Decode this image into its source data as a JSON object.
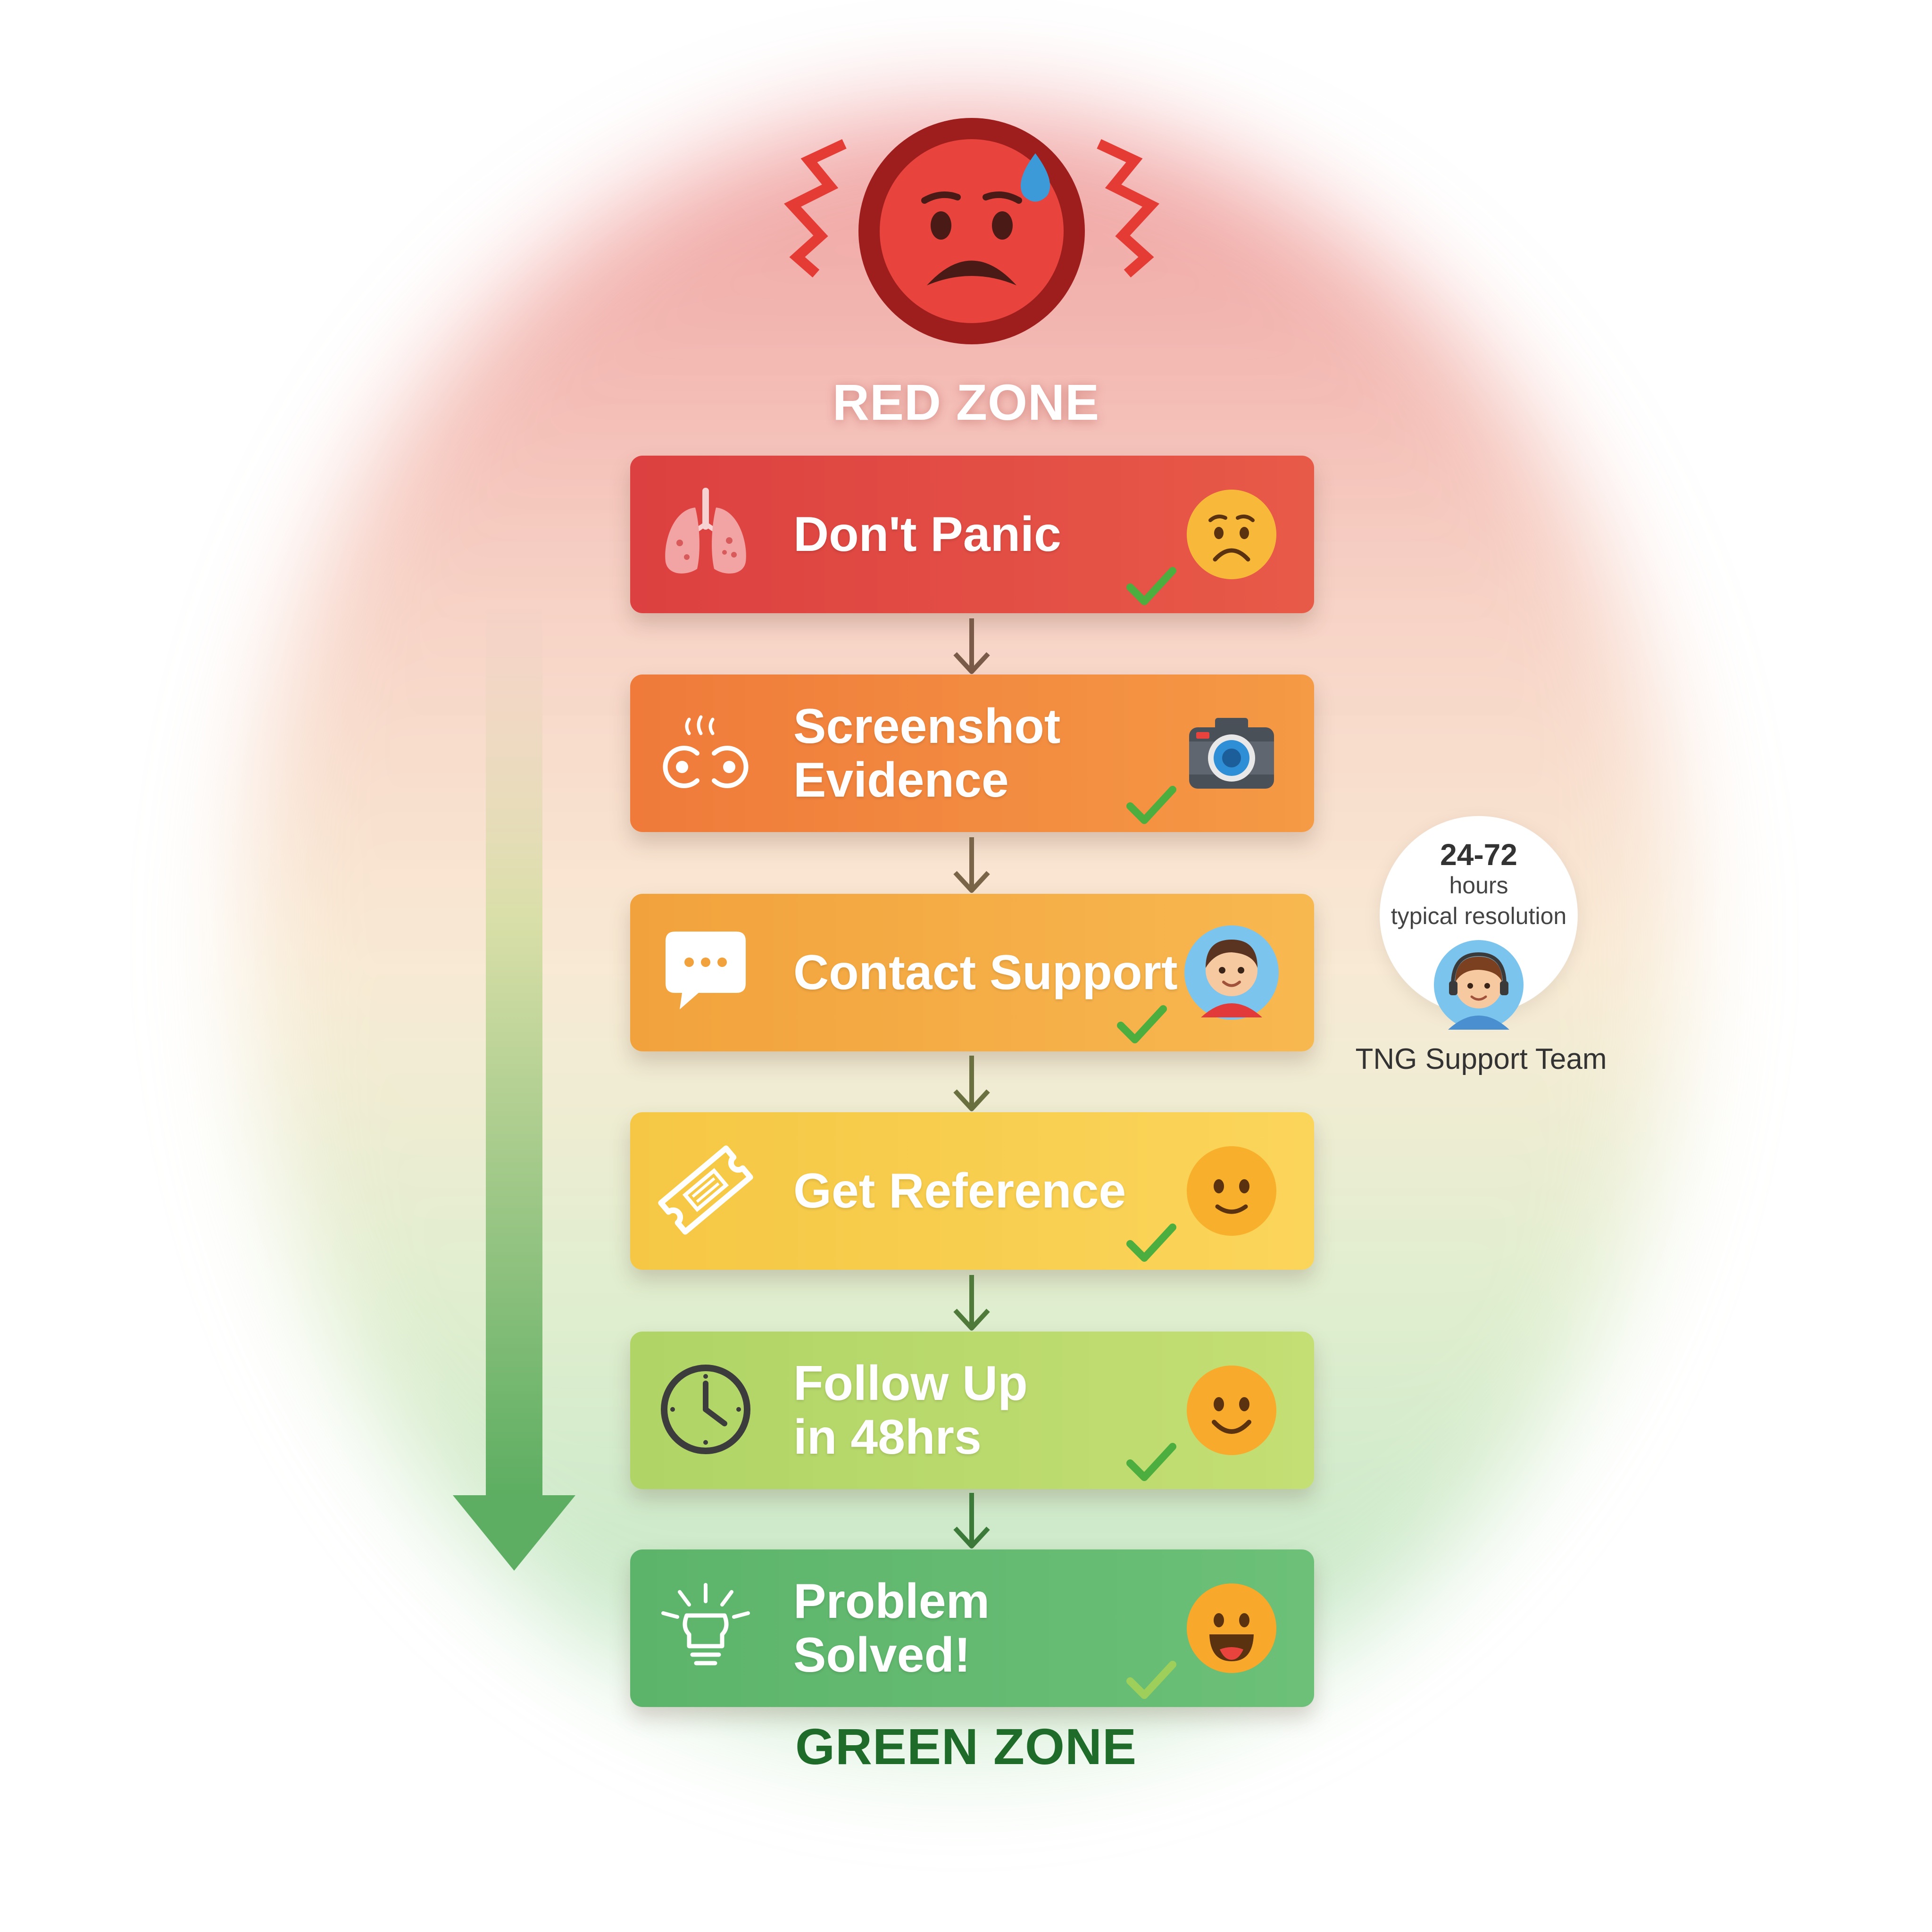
{
  "zones": {
    "top": "RED ZONE",
    "bottom": "GREEN ZONE"
  },
  "steps": [
    {
      "label": "Don't Panic",
      "icon": "lungs-icon",
      "emoji": "worried-face",
      "checked": true
    },
    {
      "label": "Screenshot\nEvidence",
      "icon": "eyes-icon",
      "emoji": "camera-icon",
      "checked": true
    },
    {
      "label": "Contact Support",
      "icon": "chat-bubble-icon",
      "emoji": "support-person-avatar",
      "checked": true
    },
    {
      "label": "Get Reference",
      "icon": "ticket-icon",
      "emoji": "slight-smile-face",
      "checked": true
    },
    {
      "label": "Follow Up\nin 48hrs",
      "icon": "clock-icon",
      "emoji": "smile-face",
      "checked": true
    },
    {
      "label": "Problem Solved!",
      "icon": "lightbulb-icon",
      "emoji": "grinning-face",
      "checked": true
    }
  ],
  "callout": {
    "range": "24-72",
    "unit": "hours",
    "caption": "typical resolution",
    "team": "TNG Support Team"
  },
  "colors": {
    "red": "#dc4040",
    "orange": "#ef7a3a",
    "amber": "#f2a23c",
    "yellow": "#f5c744",
    "lime": "#b0d466",
    "green": "#5cb46a",
    "check": "#4cae3e",
    "green_zone_text": "#1f6b2a"
  }
}
